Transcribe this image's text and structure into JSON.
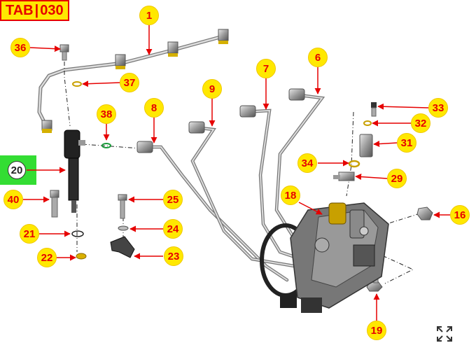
{
  "tab": {
    "prefix": "TAB",
    "number": "030"
  },
  "callouts": {
    "c1": "1",
    "c36": "36",
    "c37": "37",
    "c38": "38",
    "c8": "8",
    "c9": "9",
    "c7": "7",
    "c6": "6",
    "c33": "33",
    "c32": "32",
    "c31": "31",
    "c34": "34",
    "c29": "29",
    "c20": "20",
    "c40": "40",
    "c25": "25",
    "c24": "24",
    "c21": "21",
    "c22": "22",
    "c23": "23",
    "c18": "18",
    "c16": "16",
    "c19": "19"
  },
  "highlighted_part": "20",
  "colors": {
    "callout_fill": "#ffe800",
    "callout_text": "#e60000",
    "arrow": "#e60000",
    "highlight": "#33dd33"
  },
  "icons": {
    "expand": "expand-icon"
  }
}
